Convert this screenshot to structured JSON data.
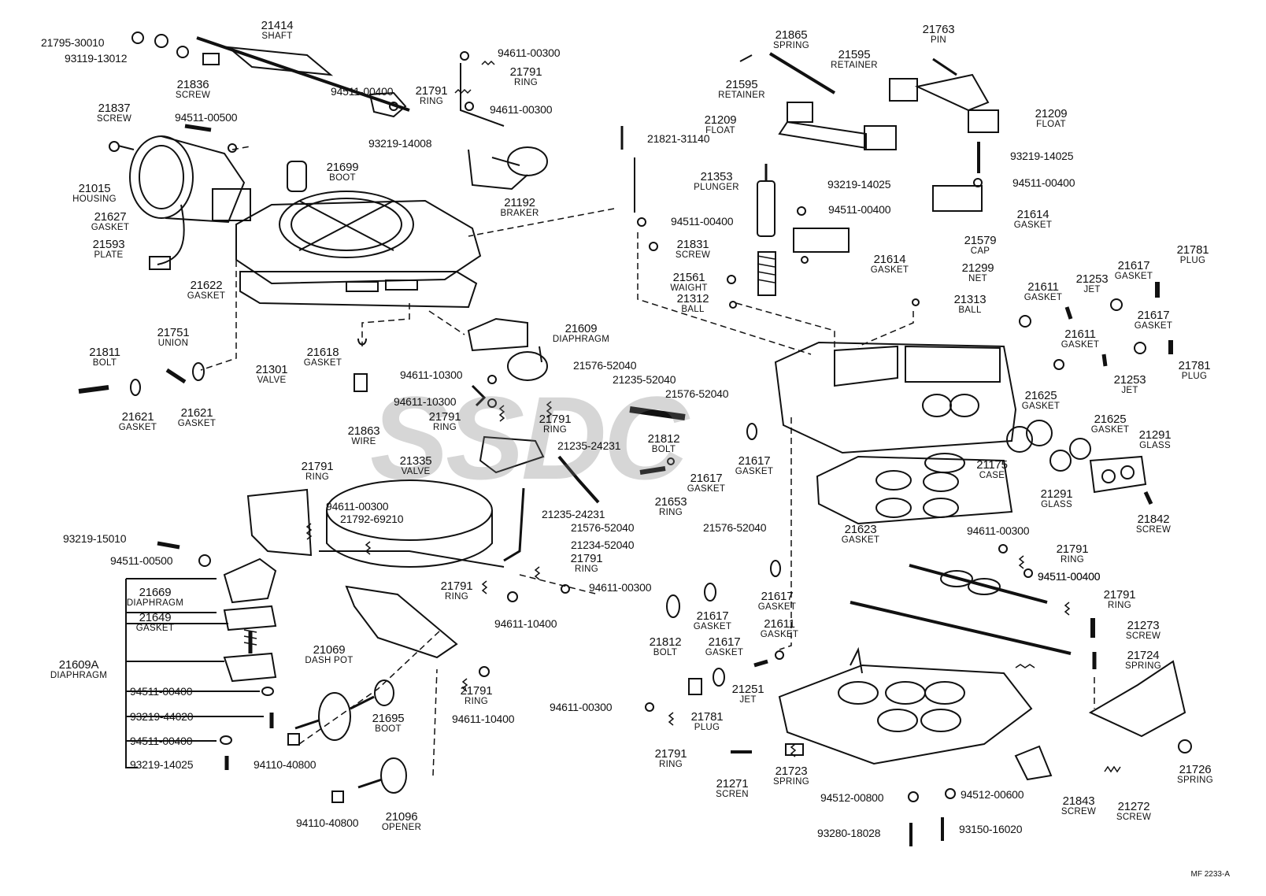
{
  "labels": [
    {
      "id": "l21414",
      "num": "21414",
      "name": "SHAFT"
    },
    {
      "id": "l21836",
      "num": "21836",
      "name": "SCREW"
    },
    {
      "id": "l21837",
      "num": "21837",
      "name": "SCREW"
    },
    {
      "id": "l21015",
      "num": "21015",
      "name": "HOUSING"
    },
    {
      "id": "l21627",
      "num": "21627",
      "name": "GASKET"
    },
    {
      "id": "l21593",
      "num": "21593",
      "name": "PLATE"
    },
    {
      "id": "l21699",
      "num": "21699",
      "name": "BOOT"
    },
    {
      "id": "l21622",
      "num": "21622",
      "name": "GASKET"
    },
    {
      "id": "l21791a",
      "num": "21791",
      "name": "RING"
    },
    {
      "id": "l21791b",
      "num": "21791",
      "name": "RING"
    },
    {
      "id": "l21192",
      "num": "21192",
      "name": "BRAKER"
    },
    {
      "id": "l21865",
      "num": "21865",
      "name": "SPRING"
    },
    {
      "id": "l21595a",
      "num": "21595",
      "name": "RETAINER"
    },
    {
      "id": "l21595b",
      "num": "21595",
      "name": "RETAINER"
    },
    {
      "id": "l21763",
      "num": "21763",
      "name": "PIN"
    },
    {
      "id": "l21209a",
      "num": "21209",
      "name": "FLOAT"
    },
    {
      "id": "l21209b",
      "num": "21209",
      "name": "FLOAT"
    },
    {
      "id": "l21353",
      "num": "21353",
      "name": "PLUNGER"
    },
    {
      "id": "l21614a",
      "num": "21614",
      "name": "GASKET"
    },
    {
      "id": "l21614b",
      "num": "21614",
      "name": "GASKET"
    },
    {
      "id": "l21579",
      "num": "21579",
      "name": "CAP"
    },
    {
      "id": "l21299",
      "num": "21299",
      "name": "NET"
    },
    {
      "id": "l21831",
      "num": "21831",
      "name": "SCREW"
    },
    {
      "id": "l21561",
      "num": "21561",
      "name": "WAIGHT"
    },
    {
      "id": "l21312",
      "num": "21312",
      "name": "BALL"
    },
    {
      "id": "l21313",
      "num": "21313",
      "name": "BALL"
    },
    {
      "id": "l21617a",
      "num": "21617",
      "name": "GASKET"
    },
    {
      "id": "l21781a",
      "num": "21781",
      "name": "PLUG"
    },
    {
      "id": "l21611a",
      "num": "21611",
      "name": "GASKET"
    },
    {
      "id": "l21253a",
      "num": "21253",
      "name": "JET"
    },
    {
      "id": "l21617b",
      "num": "21617",
      "name": "GASKET"
    },
    {
      "id": "l21611b",
      "num": "21611",
      "name": "GASKET"
    },
    {
      "id": "l21781b",
      "num": "21781",
      "name": "PLUG"
    },
    {
      "id": "l21253b",
      "num": "21253",
      "name": "JET"
    },
    {
      "id": "l21609",
      "num": "21609",
      "name": "DIAPHRAGM"
    },
    {
      "id": "l21811",
      "num": "21811",
      "name": "BOLT"
    },
    {
      "id": "l21751",
      "num": "21751",
      "name": "UNION"
    },
    {
      "id": "l21618",
      "num": "21618",
      "name": "GASKET"
    },
    {
      "id": "l21301",
      "num": "21301",
      "name": "VALVE"
    },
    {
      "id": "l21621a",
      "num": "21621",
      "name": "GASKET"
    },
    {
      "id": "l21621b",
      "num": "21621",
      "name": "GASKET"
    },
    {
      "id": "l21863",
      "num": "21863",
      "name": "WIRE"
    },
    {
      "id": "l21791c",
      "num": "21791",
      "name": "RING"
    },
    {
      "id": "l21791d",
      "num": "21791",
      "name": "RING"
    },
    {
      "id": "l21335",
      "num": "21335",
      "name": "VALVE"
    },
    {
      "id": "l21812a",
      "num": "21812",
      "name": "BOLT"
    },
    {
      "id": "l21617c",
      "num": "21617",
      "name": "GASKET"
    },
    {
      "id": "l21617d",
      "num": "21617",
      "name": "GASKET"
    },
    {
      "id": "l21653",
      "num": "21653",
      "name": "RING"
    },
    {
      "id": "l21625a",
      "num": "21625",
      "name": "GASKET"
    },
    {
      "id": "l21625b",
      "num": "21625",
      "name": "GASKET"
    },
    {
      "id": "l21291a",
      "num": "21291",
      "name": "GLASS"
    },
    {
      "id": "l21291b",
      "num": "21291",
      "name": "GLASS"
    },
    {
      "id": "l21175",
      "num": "21175",
      "name": "CASE"
    },
    {
      "id": "l21623",
      "num": "21623",
      "name": "GASKET"
    },
    {
      "id": "l21842",
      "num": "21842",
      "name": "SCREW"
    },
    {
      "id": "l21791e",
      "num": "21791",
      "name": "RING"
    },
    {
      "id": "l21669",
      "num": "21669",
      "name": "DIAPHRAGM"
    },
    {
      "id": "l21649",
      "num": "21649",
      "name": "GASKET"
    },
    {
      "id": "l21609A",
      "num": "21609A",
      "name": "DIAPHRAGM"
    },
    {
      "id": "l21791f",
      "num": "21791",
      "name": "RING"
    },
    {
      "id": "l21791g",
      "num": "21791",
      "name": "RING"
    },
    {
      "id": "l21069",
      "num": "21069",
      "name": "DASH  POT"
    },
    {
      "id": "l21695",
      "num": "21695",
      "name": "BOOT"
    },
    {
      "id": "l21791h",
      "num": "21791",
      "name": "RING"
    },
    {
      "id": "l21096",
      "num": "21096",
      "name": "OPENER"
    },
    {
      "id": "l21617e",
      "num": "21617",
      "name": "GASKET"
    },
    {
      "id": "l21812b",
      "num": "21812",
      "name": "BOLT"
    },
    {
      "id": "l21617f",
      "num": "21617",
      "name": "GASKET"
    },
    {
      "id": "l21617g",
      "num": "21617",
      "name": "GASKET"
    },
    {
      "id": "l21611c",
      "num": "21611",
      "name": "GASKET"
    },
    {
      "id": "l21251",
      "num": "21251",
      "name": "JET"
    },
    {
      "id": "l21781c",
      "num": "21781",
      "name": "PLUG"
    },
    {
      "id": "l21791i",
      "num": "21791",
      "name": "RING"
    },
    {
      "id": "l21271",
      "num": "21271",
      "name": "SCREN"
    },
    {
      "id": "l21723",
      "num": "21723",
      "name": "SPRING"
    },
    {
      "id": "l21791j",
      "num": "21791",
      "name": "RING"
    },
    {
      "id": "l21791k",
      "num": "21791",
      "name": "RING"
    },
    {
      "id": "l21273",
      "num": "21273",
      "name": "SCREW"
    },
    {
      "id": "l21724",
      "num": "21724",
      "name": "SPRING"
    },
    {
      "id": "l21726",
      "num": "21726",
      "name": "SPRING"
    },
    {
      "id": "l21843",
      "num": "21843",
      "name": "SCREW"
    },
    {
      "id": "l21272",
      "num": "21272",
      "name": "SCREW"
    }
  ],
  "partNumbers": [
    {
      "id": "p1",
      "text": "21795-30010"
    },
    {
      "id": "p2",
      "text": "93119-13012"
    },
    {
      "id": "p3",
      "text": "94511-00400"
    },
    {
      "id": "p4",
      "text": "94511-00500"
    },
    {
      "id": "p5",
      "text": "94611-00300"
    },
    {
      "id": "p6",
      "text": "94611-00300"
    },
    {
      "id": "p7",
      "text": "93219-14008"
    },
    {
      "id": "p8",
      "text": "21821-31140"
    },
    {
      "id": "p9",
      "text": "93219-14025"
    },
    {
      "id": "p10",
      "text": "94511-00400"
    },
    {
      "id": "p11",
      "text": "94511-00400"
    },
    {
      "id": "p12",
      "text": "93219-14025"
    },
    {
      "id": "p13",
      "text": "94511-00400"
    },
    {
      "id": "p14",
      "text": "94511-00400"
    },
    {
      "id": "p15",
      "text": "94611-10300"
    },
    {
      "id": "p16",
      "text": "94611-10300"
    },
    {
      "id": "p17",
      "text": "21576-52040"
    },
    {
      "id": "p18",
      "text": "21235-52040"
    },
    {
      "id": "p19",
      "text": "21576-52040"
    },
    {
      "id": "p20",
      "text": "21235-24231"
    },
    {
      "id": "p21",
      "text": "21235-24231"
    },
    {
      "id": "p22",
      "text": "94611-00300"
    },
    {
      "id": "p23",
      "text": "21792-69210"
    },
    {
      "id": "p24",
      "text": "93219-15010"
    },
    {
      "id": "p25",
      "text": "94511-00500"
    },
    {
      "id": "p26",
      "text": "21576-52040"
    },
    {
      "id": "p27",
      "text": "21576-52040"
    },
    {
      "id": "p28",
      "text": "21234-52040"
    },
    {
      "id": "p29",
      "text": "94611-00300"
    },
    {
      "id": "p30",
      "text": "94611-10400"
    },
    {
      "id": "p31",
      "text": "94611-00300"
    },
    {
      "id": "p32",
      "text": "94511-00400"
    },
    {
      "id": "p33",
      "text": "94511-00400"
    },
    {
      "id": "p34",
      "text": "93219-44020"
    },
    {
      "id": "p35",
      "text": "94511-00400"
    },
    {
      "id": "p36",
      "text": "93219-14025"
    },
    {
      "id": "p37",
      "text": "94110-40800"
    },
    {
      "id": "p38",
      "text": "94611-10400"
    },
    {
      "id": "p39",
      "text": "94611-00300"
    },
    {
      "id": "p40",
      "text": "94110-40800"
    },
    {
      "id": "p41",
      "text": "94512-00800"
    },
    {
      "id": "p42",
      "text": "94512-00600"
    },
    {
      "id": "p43",
      "text": "93280-18028"
    },
    {
      "id": "p44",
      "text": "93150-16020"
    }
  ],
  "diagramCode": "MF 2233-A",
  "watermark": "SSDC"
}
